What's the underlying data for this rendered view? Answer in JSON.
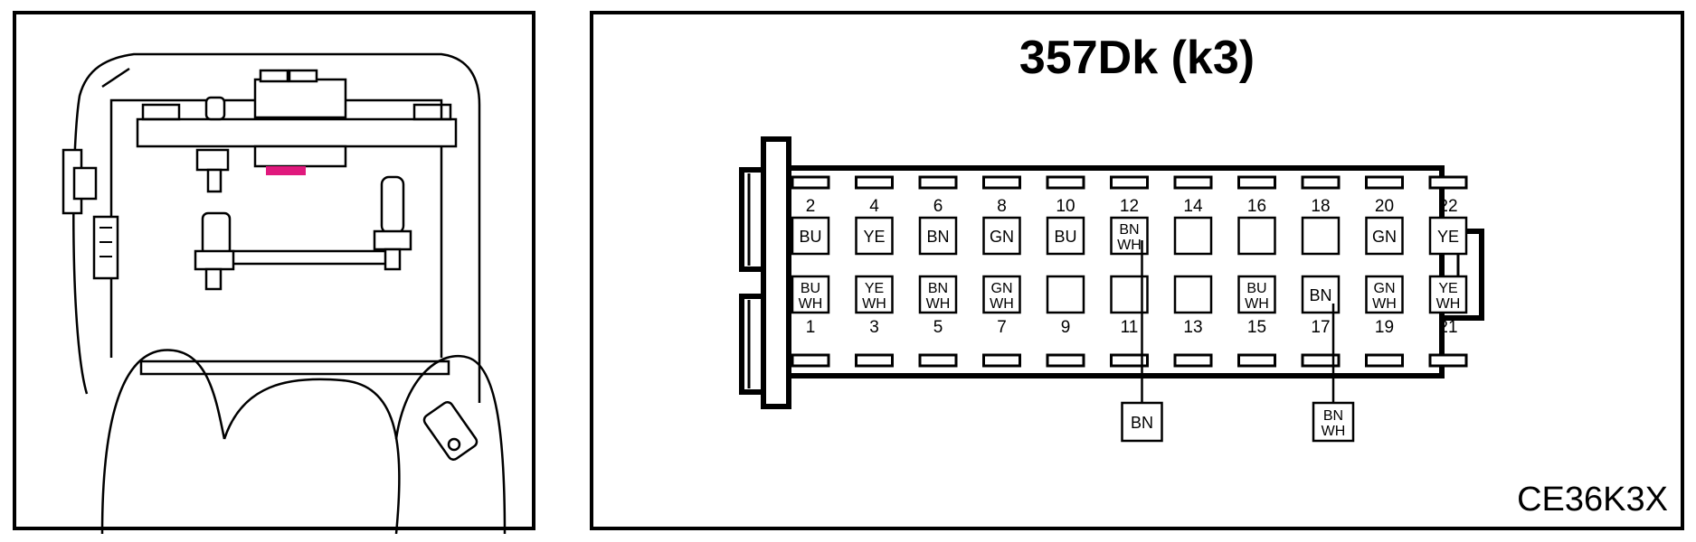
{
  "diagram": {
    "title": "357Dk (k3)",
    "code": "CE36K3X",
    "colors": {
      "line": "#000000",
      "highlight": "#e0197d",
      "body": "#ffffff"
    },
    "connector": {
      "pins_top": [
        {
          "pin": "2",
          "wire": [
            "BU"
          ]
        },
        {
          "pin": "4",
          "wire": [
            "YE"
          ]
        },
        {
          "pin": "6",
          "wire": [
            "BN"
          ]
        },
        {
          "pin": "8",
          "wire": [
            "GN"
          ]
        },
        {
          "pin": "10",
          "wire": [
            "BU"
          ]
        },
        {
          "pin": "12",
          "wire": [
            "BN",
            "WH"
          ]
        },
        {
          "pin": "14",
          "wire": []
        },
        {
          "pin": "16",
          "wire": []
        },
        {
          "pin": "18",
          "wire": []
        },
        {
          "pin": "20",
          "wire": [
            "GN"
          ]
        },
        {
          "pin": "22",
          "wire": [
            "YE"
          ]
        }
      ],
      "pins_bottom": [
        {
          "pin": "1",
          "wire": [
            "BU",
            "WH"
          ]
        },
        {
          "pin": "3",
          "wire": [
            "YE",
            "WH"
          ]
        },
        {
          "pin": "5",
          "wire": [
            "BN",
            "WH"
          ]
        },
        {
          "pin": "7",
          "wire": [
            "GN",
            "WH"
          ]
        },
        {
          "pin": "9",
          "wire": []
        },
        {
          "pin": "11",
          "wire": []
        },
        {
          "pin": "13",
          "wire": []
        },
        {
          "pin": "15",
          "wire": [
            "BU",
            "WH"
          ]
        },
        {
          "pin": "17",
          "wire": [
            "BN"
          ]
        },
        {
          "pin": "19",
          "wire": [
            "GN",
            "WH"
          ]
        },
        {
          "pin": "21",
          "wire": [
            "YE",
            "WH"
          ]
        }
      ],
      "callouts": [
        {
          "from_pin": "11",
          "wire": [
            "BN"
          ]
        },
        {
          "from_pin": "17",
          "wire": [
            "BN",
            "WH"
          ]
        }
      ]
    }
  }
}
